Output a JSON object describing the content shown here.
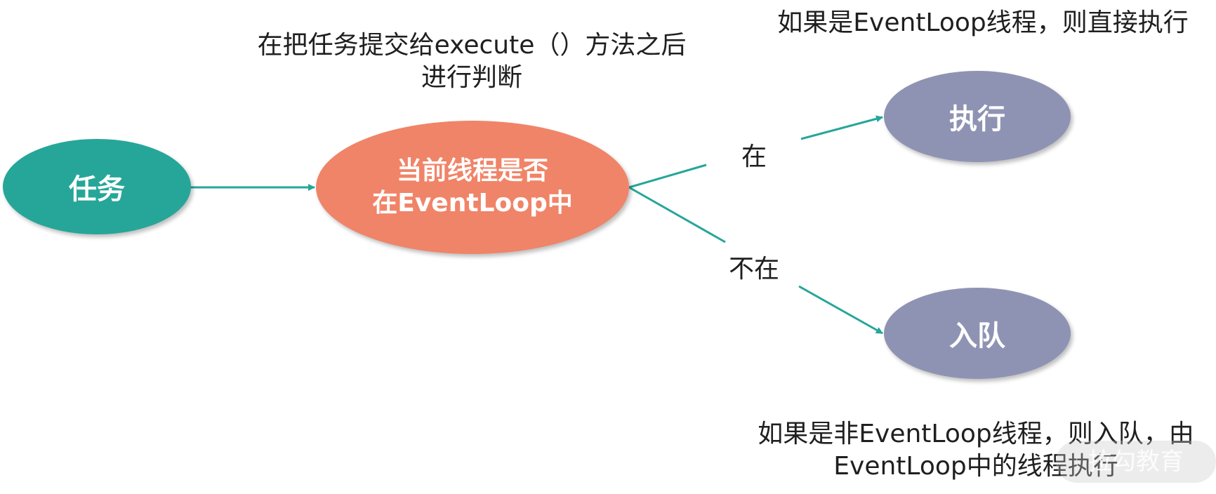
{
  "nodes": {
    "task": {
      "label": "任务",
      "color": "#26a699"
    },
    "check": {
      "line1": "当前线程是否",
      "line2": "在EventLoop中",
      "color": "#f08468"
    },
    "execute": {
      "label": "执行",
      "color": "#8f93b3"
    },
    "enqueue": {
      "label": "入队",
      "color": "#8f93b3"
    }
  },
  "edge_labels": {
    "in": "在",
    "not_in": "不在"
  },
  "notes": {
    "submit": {
      "line1": "在把任务提交给execute（）方法之后",
      "line2": "进行判断"
    },
    "direct": "如果是EventLoop线程，则直接执行",
    "queue": {
      "line1": "如果是非EventLoop线程，则入队，由",
      "line2": "EventLoop中的线程执行"
    }
  },
  "watermark": "拉勾教育",
  "colors": {
    "arrow": "#26a699",
    "text": "#1f1f1f"
  }
}
